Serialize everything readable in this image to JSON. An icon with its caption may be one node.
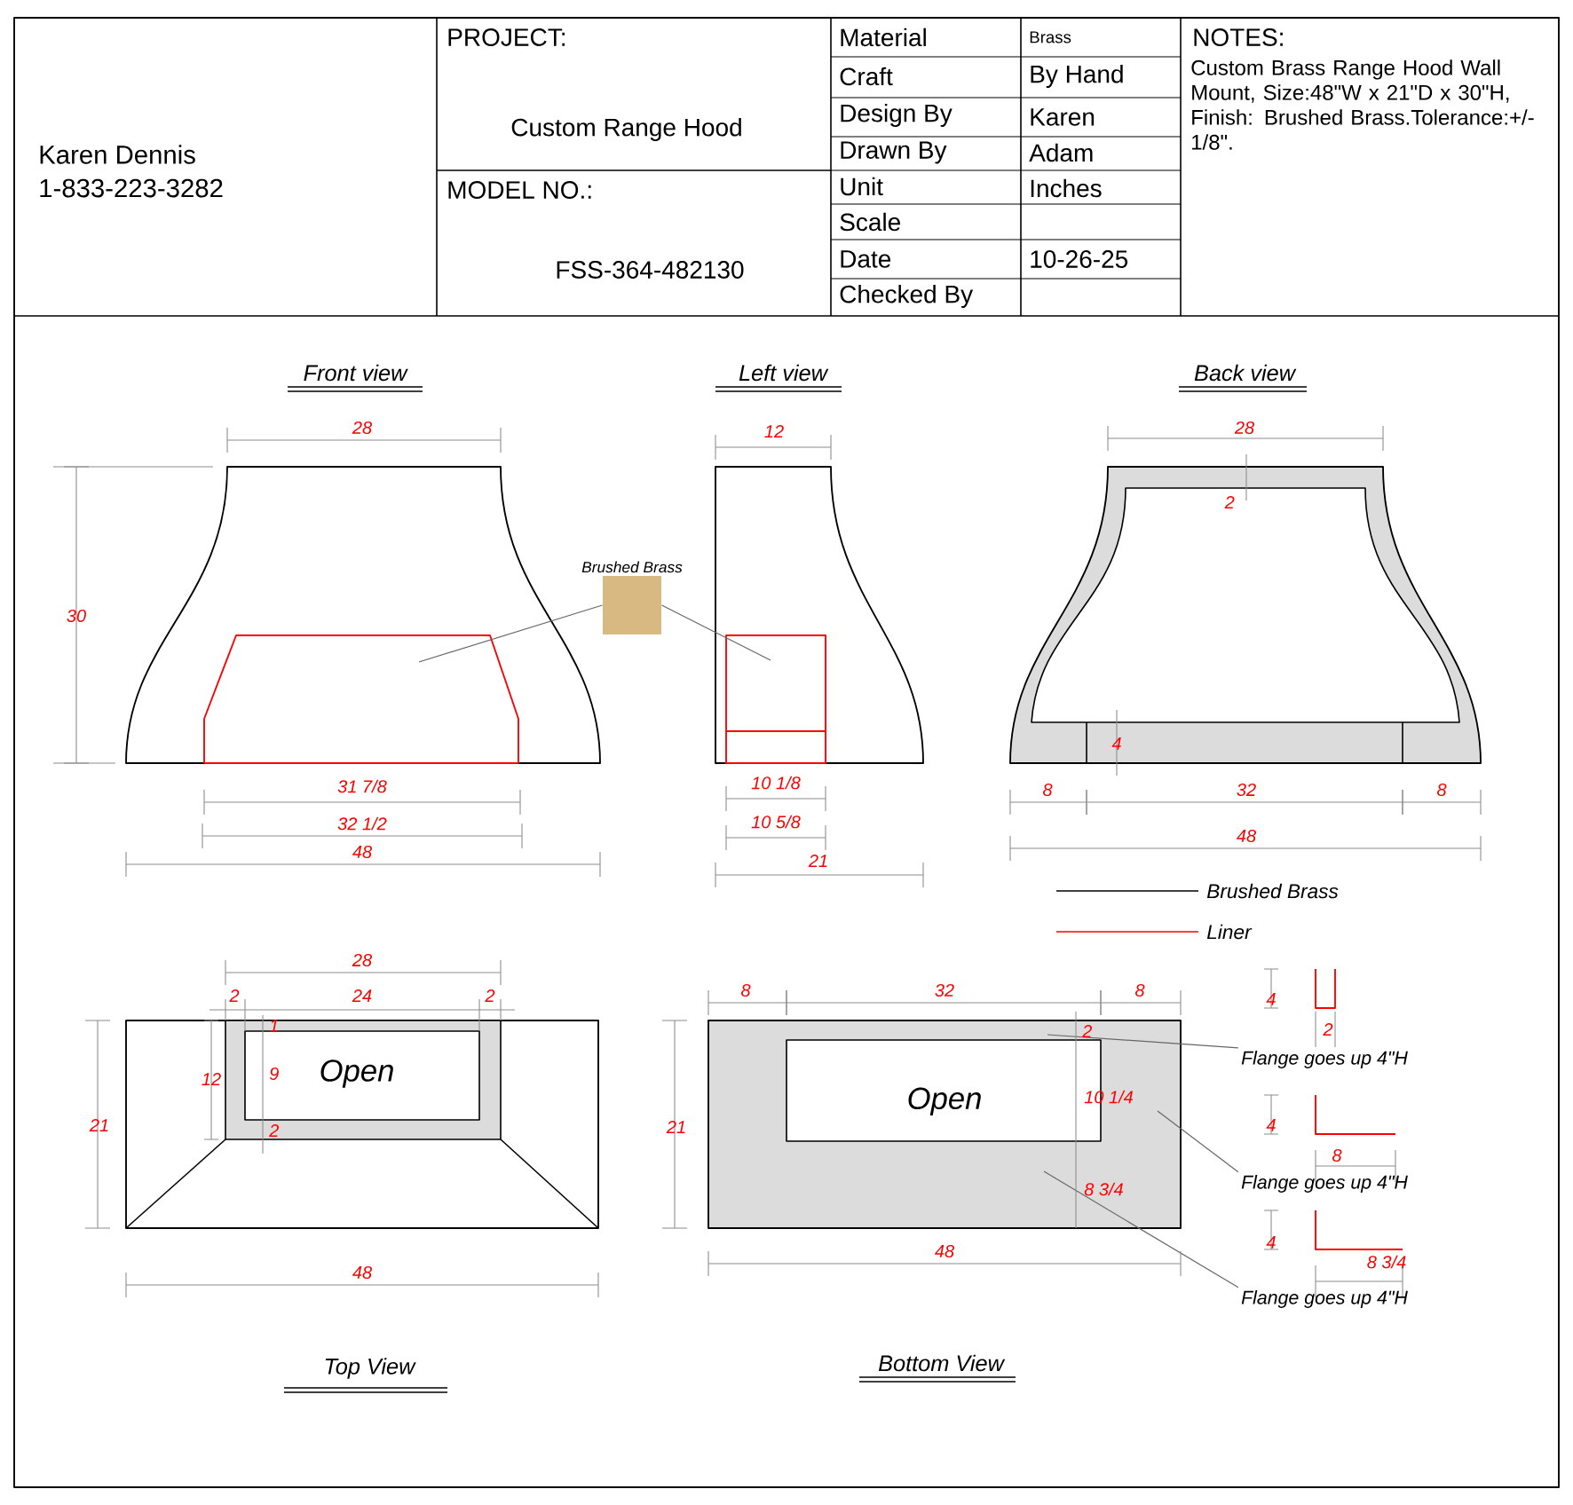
{
  "diagram": {
    "nodes": [
      {
        "text": [
          "Brushed Brass"
        ]
      },
      {
        "text": [
          "Flange goes up 4\"H"
        ]
      },
      {
        "text": [
          "Flange goes up 4\"H"
        ]
      },
      {
        "text": [
          "Flange goes up 4\"H"
        ]
      },
      {
        "text": [
          "Open"
        ]
      }
    ],
    "edges": [
      {
        "from": 0,
        "to": null,
        "arrow": "none"
      },
      {
        "from": 0,
        "to": null,
        "arrow": "none"
      },
      {
        "from": 1,
        "to": 4,
        "arrow": "none"
      },
      {
        "from": 2,
        "to": 4,
        "arrow": "none"
      },
      {
        "from": 3,
        "to": 4,
        "arrow": "none"
      }
    ],
    "labels": [
      "Karen Dennis",
      "1-833-223-3282",
      "PROJECT:",
      "Custom Range Hood",
      "MODEL NO.:",
      "FSS-364-482130",
      "Material",
      "Brass",
      "Craft",
      "By Hand",
      "Design By",
      "Karen",
      "Drawn By",
      "Adam",
      "Unit",
      "Inches",
      "Scale",
      "Date",
      "10-26-25",
      "Checked By",
      "NOTES:",
      "Custom Brass Range Hood Wall Mount, Size:48\"W x 21\"D x 30\"H, Finish: Brushed Brass.Tolerance:+/-1/8\".",
      "Front view",
      "28",
      "30",
      "31 7/8",
      "32 1/2",
      "48",
      "Left view",
      "12",
      "10 1/8",
      "10 5/8",
      "21",
      "Back view",
      "28",
      "2",
      "4",
      "8",
      "32",
      "8",
      "48",
      "28",
      "2",
      "24",
      "2",
      "12",
      "1",
      "9",
      "Open",
      "2",
      "21",
      "48",
      "Top View",
      "8",
      "32",
      "8",
      "4",
      "2",
      "2",
      "21",
      "10 1/4",
      "4",
      "8",
      "8 3/4",
      "4",
      "8 3/4",
      "48",
      "Bottom View"
    ],
    "legend": [
      {
        "text": "Brushed Brass"
      },
      {
        "text": "Liner"
      }
    ]
  }
}
